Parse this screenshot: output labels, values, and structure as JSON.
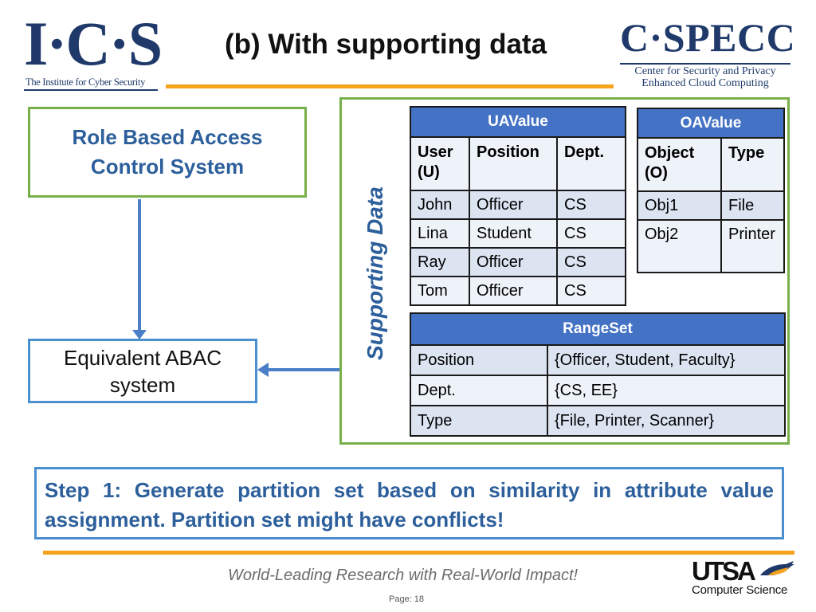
{
  "header": {
    "ics_logo": "I·C·S",
    "ics_subtitle": "The Institute for Cyber Security",
    "title": "(b) With supporting data",
    "cspecc_logo": "C·SPECC",
    "cspecc_subtitle": "Center for Security and Privacy Enhanced Cloud Computing"
  },
  "diagram": {
    "rbac_label": "Role Based Access Control System",
    "abac_label": "Equivalent ABAC system",
    "supporting_label": "Supporting Data"
  },
  "uavalue": {
    "title": "UAValue",
    "columns": [
      "User (U)",
      "Position",
      "Dept."
    ],
    "rows": [
      [
        "John",
        "Officer",
        "CS"
      ],
      [
        "Lina",
        "Student",
        "CS"
      ],
      [
        "Ray",
        "Officer",
        "CS"
      ],
      [
        "Tom",
        "Officer",
        "CS"
      ]
    ]
  },
  "oavalue": {
    "title": "OAValue",
    "columns": [
      "Object (O)",
      "Type"
    ],
    "rows": [
      [
        "Obj1",
        "File"
      ],
      [
        "Obj2",
        "Printer"
      ]
    ]
  },
  "rangeset": {
    "title": "RangeSet",
    "rows": [
      [
        "Position",
        "{Officer, Student, Faculty}"
      ],
      [
        "Dept.",
        "{CS, EE}"
      ],
      [
        "Type",
        "{File, Printer, Scanner}"
      ]
    ]
  },
  "step": {
    "text": "Step 1: Generate partition set based on similarity in attribute value assignment. Partition set might have conflicts!"
  },
  "footer": {
    "tagline": "World-Leading Research with Real-World Impact!",
    "page_label": "Page:  18",
    "utsa_logo": "UTSA",
    "utsa_dept": "Computer Science"
  },
  "colors": {
    "accent_orange": "#f5a21e",
    "navy": "#1f3a6a",
    "text_blue": "#2c5f9b",
    "green_border": "#77b04a",
    "blue_border": "#4a8fd0",
    "table_header": "#4472c4"
  }
}
